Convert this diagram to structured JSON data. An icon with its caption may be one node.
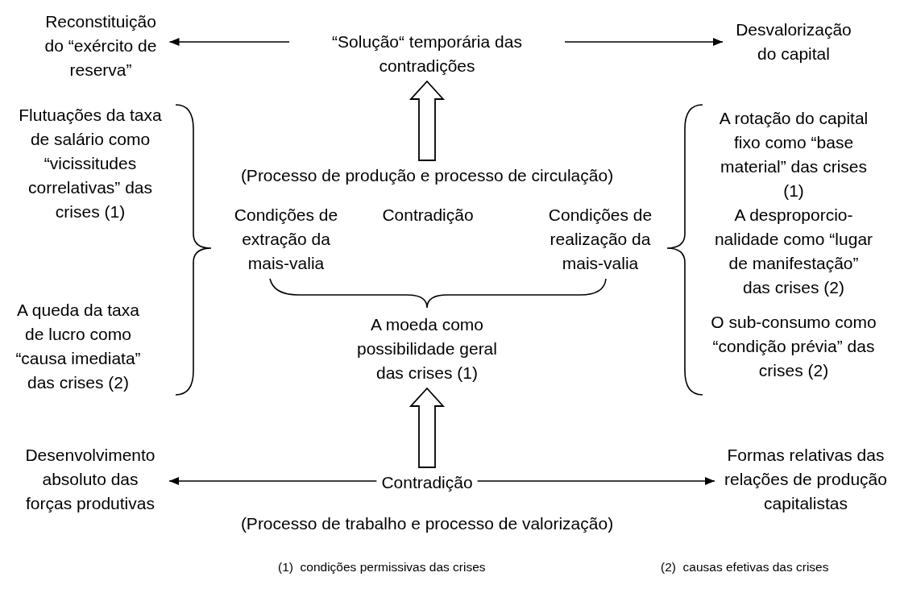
{
  "diagram": {
    "nodes": [
      {
        "text": [
          "“Solução“ temporária das contradições"
        ]
      },
      {
        "text": [
          "Reconstituição do “exército de reserva”"
        ]
      },
      {
        "text": [
          "Desvalorização do capital"
        ]
      },
      {
        "text": [
          "(Processo de produção e processo de circulação)"
        ]
      },
      {
        "text": [
          "Condições de extração da mais-valia"
        ]
      },
      {
        "text": [
          "Contradição"
        ]
      },
      {
        "text": [
          "Condições de realização da mais-valia"
        ]
      },
      {
        "text": [
          "Flutuações da taxa de salário como “vicissitudes correlativas” das crises (1)"
        ]
      },
      {
        "text": [
          "A queda da taxa de lucro como “causa imediata” das crises (2)"
        ]
      },
      {
        "text": [
          "A rotação do capital fixo como “base material” das crises (1)"
        ]
      },
      {
        "text": [
          "A desproporcio-nalidade como “lugar de manifestação” das crises (2)"
        ]
      },
      {
        "text": [
          "O sub-consumo como “condição prévia” das crises (2)"
        ]
      },
      {
        "text": [
          "A moeda como possibilidade geral das crises (1)"
        ]
      },
      {
        "text": [
          "Contradição"
        ]
      },
      {
        "text": [
          "Desenvolvimento absoluto das forças produtivas"
        ]
      },
      {
        "text": [
          "Formas relativas das relações de produção capitalistas"
        ]
      },
      {
        "text": [
          "(Processo de trabalho e processo de valorização)"
        ]
      }
    ],
    "edges": [
      {
        "from": 0,
        "to": 1,
        "arrow": "to"
      },
      {
        "from": 0,
        "to": 2,
        "arrow": "to"
      },
      {
        "from": 3,
        "to": 0,
        "arrow": "to",
        "style": "thick"
      },
      {
        "from": 13,
        "to": 12,
        "arrow": "to",
        "style": "thick"
      },
      {
        "from": 13,
        "to": 14,
        "arrow": "to"
      },
      {
        "from": 13,
        "to": 15,
        "arrow": "to"
      }
    ],
    "labels": [
      "(1)  condições permissivas das crises",
      "(2)  causas efetivas das crises"
    ]
  }
}
